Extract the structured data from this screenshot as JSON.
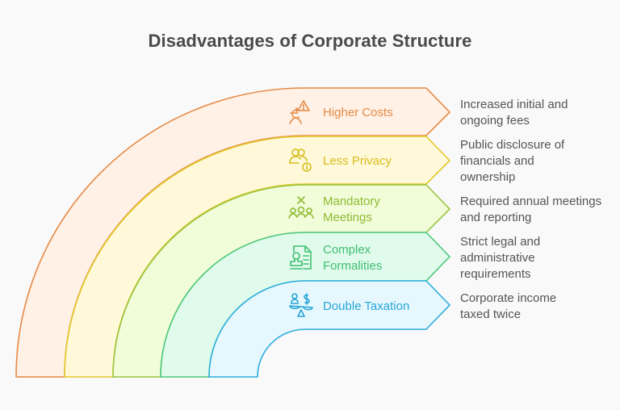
{
  "title": "Disadvantages of Corporate Structure",
  "items": [
    {
      "label": "Higher Costs",
      "description": "Increased initial and ongoing fees",
      "icon": "euro-warning-icon",
      "stroke": "#e58a45",
      "fill": "#fff1e6",
      "text_color": "#e58a45"
    },
    {
      "label": "Less Privacy",
      "description": "Public disclosure of financials and ownership",
      "icon": "users-info-icon",
      "stroke": "#e2c92a",
      "fill": "#fff9da",
      "text_color": "#d6bd1c"
    },
    {
      "label": "Mandatory Meetings",
      "description": "Required annual meetings and reporting",
      "icon": "meeting-people-icon",
      "stroke": "#9ac43e",
      "fill": "#f1fcd9",
      "text_color": "#8fbb34"
    },
    {
      "label": "Complex Formalities",
      "description": "Strict legal and administrative requirements",
      "icon": "document-stamp-icon",
      "stroke": "#4cc87c",
      "fill": "#e0fbec",
      "text_color": "#3fbe70"
    },
    {
      "label": "Double Taxation",
      "description": "Corporate income taxed twice",
      "icon": "scale-dollar-icon",
      "stroke": "#2eaedb",
      "fill": "#e6f7fe",
      "text_color": "#27a6d6"
    }
  ]
}
